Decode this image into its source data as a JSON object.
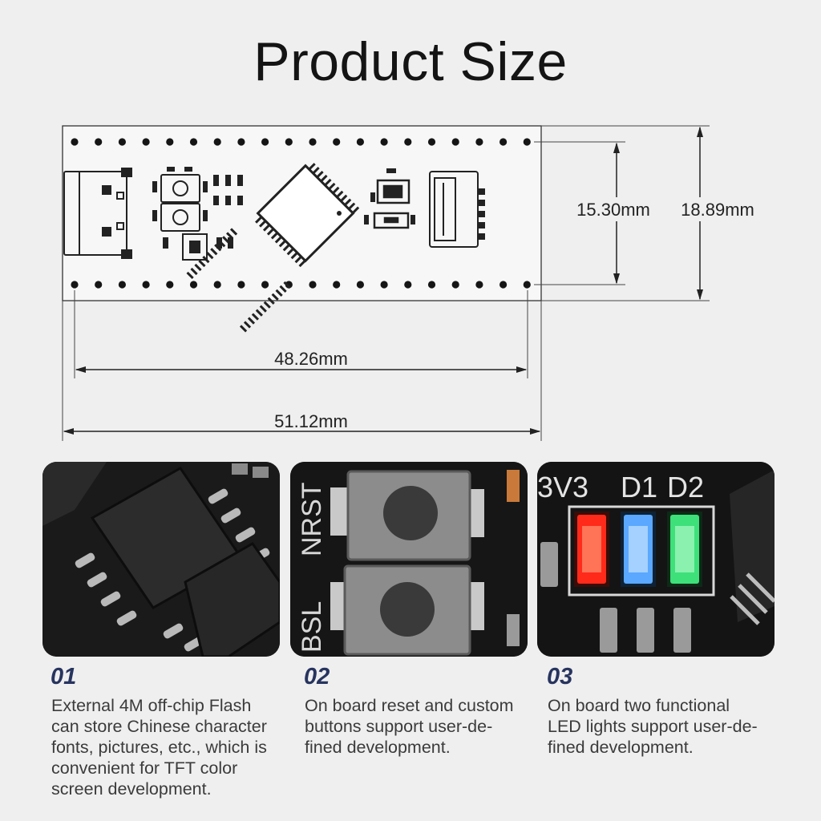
{
  "title": "Product Size",
  "dimensions": {
    "inner_height": "15.30mm",
    "outer_height": "18.89mm",
    "inner_width": "48.26mm",
    "outer_width": "51.12mm"
  },
  "photo_labels": {
    "button_top": "NRST",
    "button_bottom": "BSL",
    "led_power": "3V3",
    "led_1": "D1",
    "led_2": "D2"
  },
  "led_colors": {
    "power": "#ff2a1a",
    "d1": "#5aa8ff",
    "d2": "#3ee07a"
  },
  "accent_color": "#27345f",
  "features": [
    {
      "number": "01",
      "lines": [
        "External 4M off-chip Flash",
        "can store Chinese character",
        "fonts, pictures, etc., which is",
        "convenient for TFT color",
        "screen development."
      ]
    },
    {
      "number": "02",
      "lines": [
        "On board reset and custom",
        "buttons support user-de-",
        "fined development."
      ]
    },
    {
      "number": "03",
      "lines": [
        "On board two functional",
        "LED lights support user-de-",
        "fined development."
      ]
    }
  ]
}
